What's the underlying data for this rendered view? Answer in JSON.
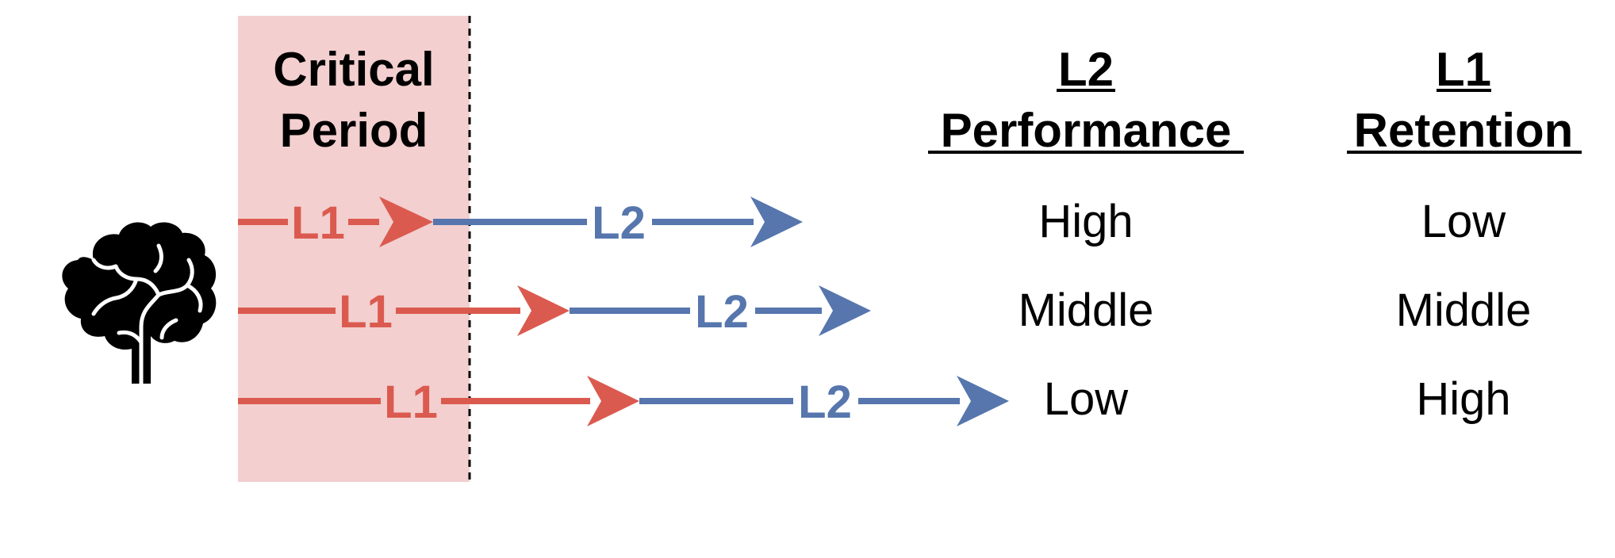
{
  "critical_period": {
    "line1": "Critical",
    "line2": "Period",
    "fill": "#f3cfcf",
    "divider_color": "#000000"
  },
  "headers": {
    "l2_performance": {
      "line1": "L2",
      "line2": "Performance"
    },
    "l1_retention": {
      "line1": "L1",
      "line2": "Retention"
    }
  },
  "rows": [
    {
      "l1_label": "L1",
      "l2_label": "L2",
      "l2_performance": "High",
      "l1_retention": "Low"
    },
    {
      "l1_label": "L1",
      "l2_label": "L2",
      "l2_performance": "Middle",
      "l1_retention": "Middle"
    },
    {
      "l1_label": "L1",
      "l2_label": "L2",
      "l2_performance": "Low",
      "l1_retention": "High"
    }
  ],
  "colors": {
    "l1": "#db5a4f",
    "l2": "#5676ad",
    "text": "#000000"
  },
  "icons": {
    "brain": "brain-icon"
  }
}
